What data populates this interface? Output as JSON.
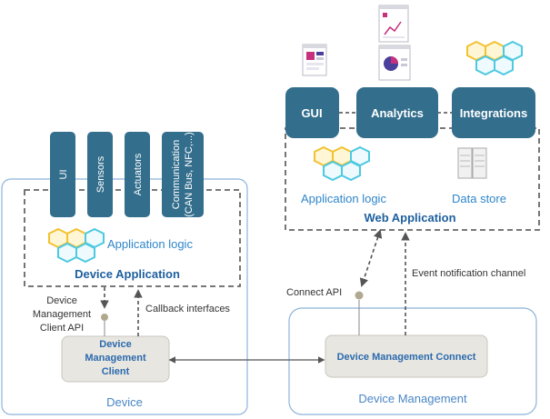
{
  "device_region": {
    "label": "Device"
  },
  "device_management_region": {
    "label": "Device Management"
  },
  "device_application": {
    "title": "Device Application",
    "logic_label": "Application logic",
    "pillars": [
      "UI",
      "Sensors",
      "Actuators",
      "Communication",
      "(CAN Bus, NFC,...)"
    ]
  },
  "web_application": {
    "title": "Web Application",
    "logic_label": "Application logic",
    "data_store_label": "Data store",
    "modules": [
      "GUI",
      "Analytics",
      "Integrations"
    ]
  },
  "device_management_client": {
    "lines": [
      "Device",
      "Management",
      "Client"
    ]
  },
  "device_management_connect": {
    "label": "Device Management Connect"
  },
  "interfaces": {
    "client_api": [
      "Device",
      "Management",
      "Client API"
    ],
    "callback": "Callback interfaces",
    "connect_api": "Connect API",
    "event_channel": "Event notification channel"
  },
  "colors": {
    "module_fill": "#336e8d",
    "region_border": "#8cb4d9",
    "dashed": "#666666",
    "box_fill": "#e8e6e0",
    "logic_text": "#2f86c9",
    "title_text": "#1d5f9e",
    "hex_yellow": "#f2c230",
    "hex_cyan": "#4dc9e0"
  },
  "icons": {
    "logic_icon": "hexagon-cluster-icon",
    "data_store_icon": "server-cabinet-icon",
    "gui_icon": "dashboard-window-icon",
    "analytics_icon": "chart-window-icon",
    "integrations_icon": "hexagon-cluster-icon"
  }
}
